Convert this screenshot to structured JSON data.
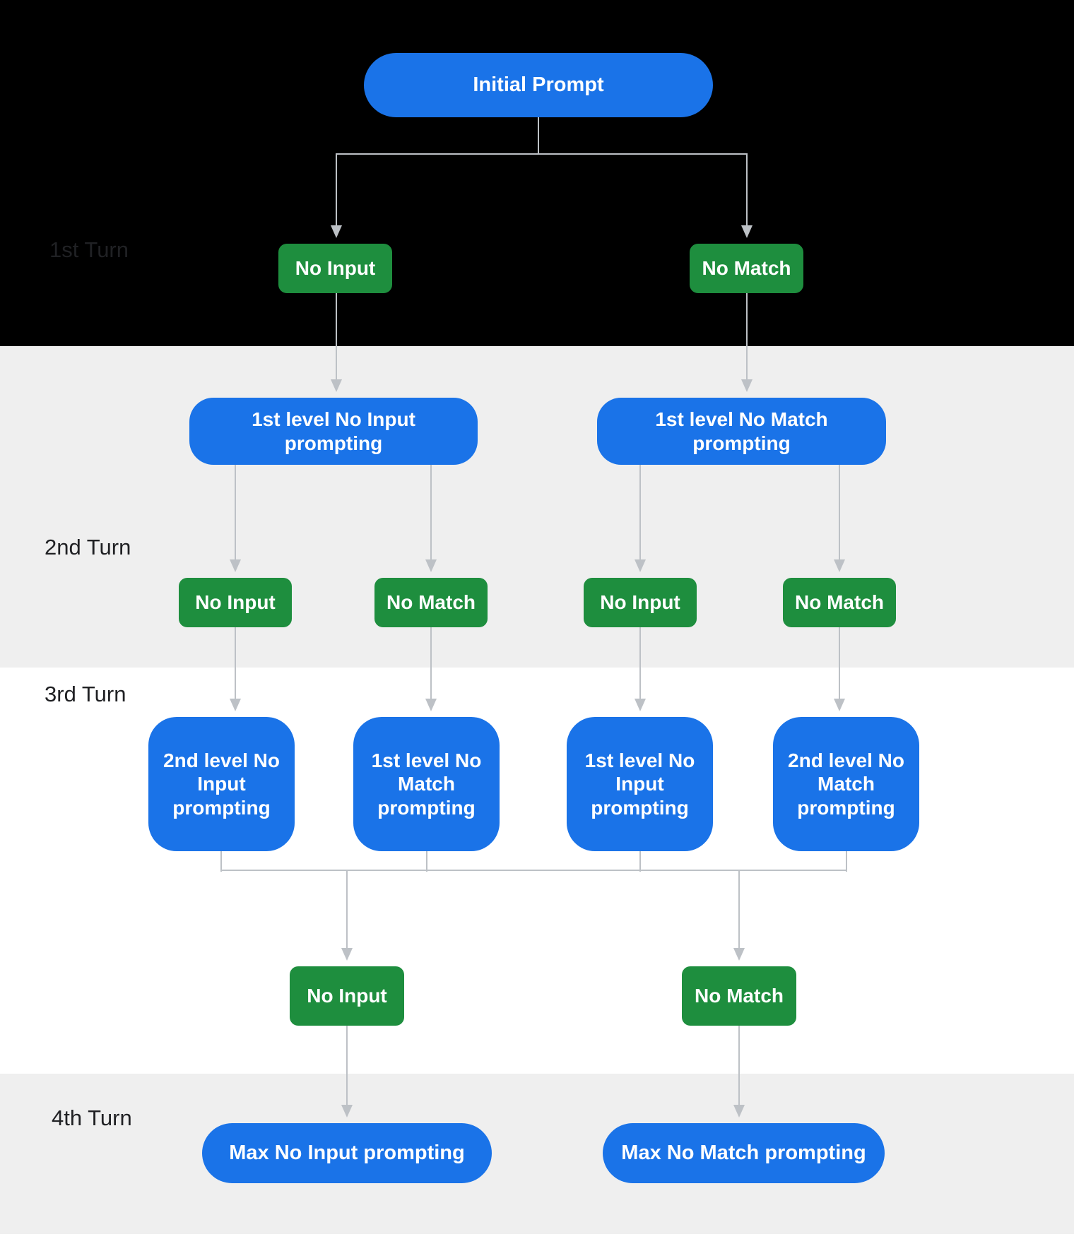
{
  "colors": {
    "node_blue": "#1A73E8",
    "node_green": "#1E8E3E",
    "section_black": "#000000",
    "section_gray": "#EFEFEF",
    "section_white": "#FFFFFF",
    "connector_gray": "#BDC1C6",
    "label_text": "#202124",
    "node_text": "#FFFFFF"
  },
  "turns": [
    {
      "label": "1st Turn"
    },
    {
      "label": "2nd Turn"
    },
    {
      "label": "3rd Turn"
    },
    {
      "label": "4th Turn"
    }
  ],
  "nodes": {
    "initial": {
      "label": "Initial Prompt"
    },
    "turn1": [
      {
        "label": "No Input"
      },
      {
        "label": "No Match"
      }
    ],
    "level2": [
      {
        "label": "1st level No Input prompting"
      },
      {
        "label": "1st level No Match prompting"
      }
    ],
    "turn2": [
      {
        "label": "No Input"
      },
      {
        "label": "No Match"
      },
      {
        "label": "No Input"
      },
      {
        "label": "No Match"
      }
    ],
    "level3": [
      {
        "label": "2nd level No Input prompting"
      },
      {
        "label": "1st level No Match prompting"
      },
      {
        "label": "1st level No Input prompting"
      },
      {
        "label": "2nd level No Match prompting"
      }
    ],
    "turn3": [
      {
        "label": "No Input"
      },
      {
        "label": "No Match"
      }
    ],
    "level4": [
      {
        "label": "Max No Input prompting"
      },
      {
        "label": "Max No Match prompting"
      }
    ]
  }
}
